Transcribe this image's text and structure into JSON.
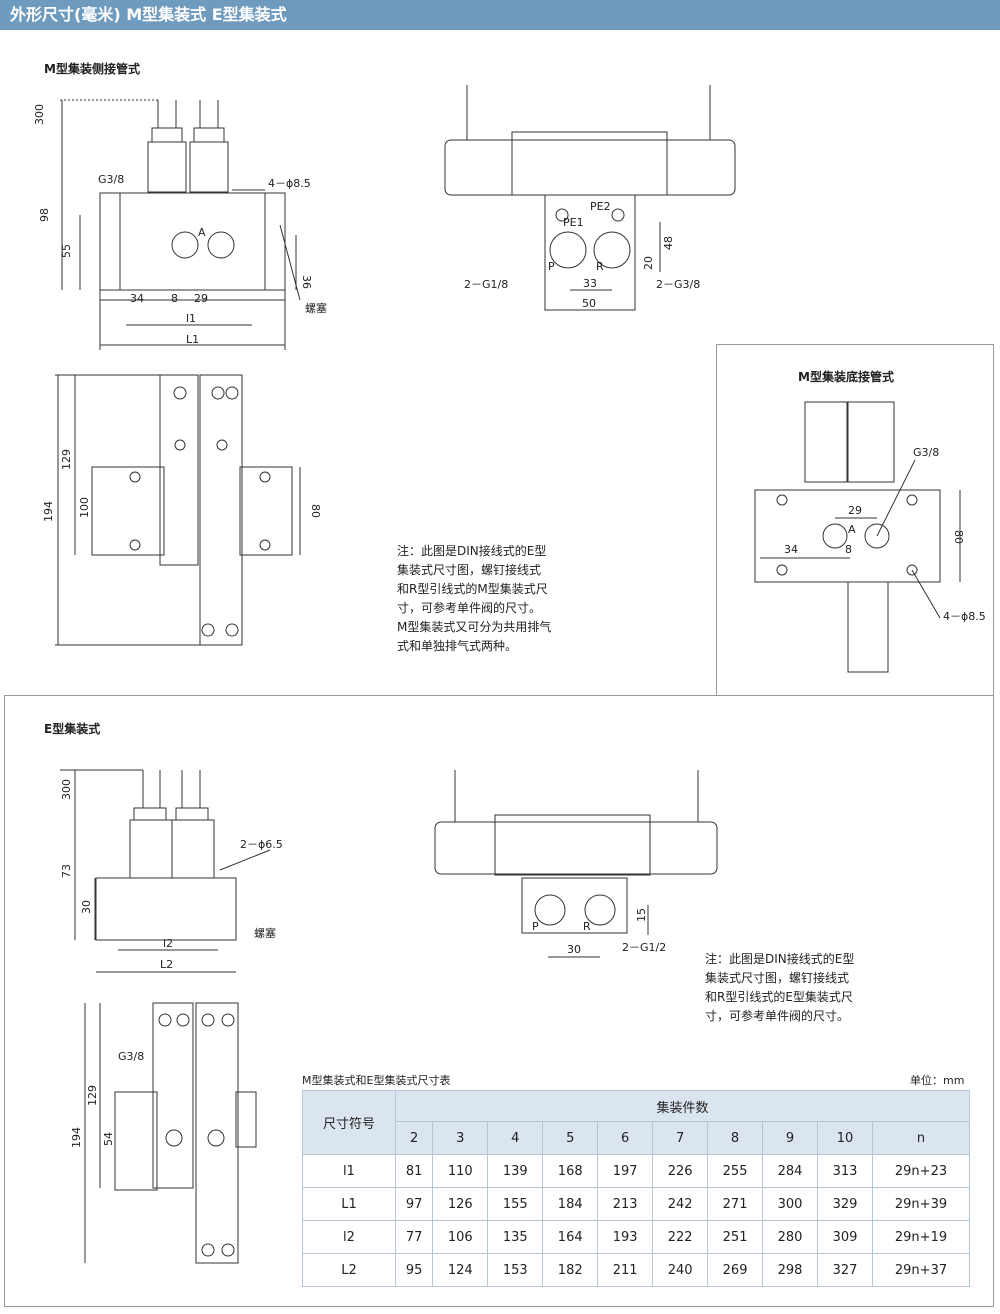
{
  "header": {
    "title": "外形尺寸(毫米)    M型集装式    E型集装式"
  },
  "sections": {
    "m_side": "M型集装侧接管式",
    "m_bottom": "M型集装底接管式",
    "e_type": "E型集装式"
  },
  "notes": {
    "m_note": [
      "注：此图是DIN接线式的E型",
      "集装式尺寸图，螺钉接线式",
      "和R型引线式的M型集装式尺",
      "寸，可参考单件阀的尺寸。",
      "M型集装式又可分为共用排气",
      "式和单独排气式两种。"
    ],
    "e_note": [
      "注：此图是DIN接线式的E型",
      "集装式尺寸图，螺钉接线式",
      "和R型引线式的E型集装式尺",
      "寸，可参考单件阀的尺寸。"
    ]
  },
  "dims": {
    "d300": "300",
    "d98": "98",
    "d55": "55",
    "g38": "G3/8",
    "a": "A",
    "hole485": "4－ϕ8.5",
    "d36": "36",
    "d34": "34",
    "d8": "8",
    "d29": "29",
    "l1": "l1",
    "L1": "L1",
    "plug": "螺塞",
    "pe2": "PE2",
    "pe1": "PE1",
    "p": "P",
    "r": "R",
    "d48": "48",
    "d20": "20",
    "d33": "33",
    "d50": "50",
    "g18": "2－G1/8",
    "g38b": "2－G3/8",
    "d194": "194",
    "d129": "129",
    "d100": "100",
    "d80": "80",
    "d73": "73",
    "d30": "30",
    "hole265": "2－ϕ6.5",
    "l2": "l2",
    "L2": "L2",
    "d15": "15",
    "g12": "2－G1/2",
    "d54": "54"
  },
  "table": {
    "title": "M型集装式和E型集装式尺寸表",
    "unit": "单位：mm",
    "symbol_header": "尺寸符号",
    "count_header": "集装件数",
    "columns": [
      "2",
      "3",
      "4",
      "5",
      "6",
      "7",
      "8",
      "9",
      "10",
      "n"
    ],
    "rows": [
      {
        "symbol": "l1",
        "values": [
          "81",
          "110",
          "139",
          "168",
          "197",
          "226",
          "255",
          "284",
          "313",
          "29n+23"
        ]
      },
      {
        "symbol": "L1",
        "values": [
          "97",
          "126",
          "155",
          "184",
          "213",
          "242",
          "271",
          "300",
          "329",
          "29n+39"
        ]
      },
      {
        "symbol": "l2",
        "values": [
          "77",
          "106",
          "135",
          "164",
          "193",
          "222",
          "251",
          "280",
          "309",
          "29n+19"
        ]
      },
      {
        "symbol": "L2",
        "values": [
          "95",
          "124",
          "153",
          "182",
          "211",
          "240",
          "269",
          "298",
          "327",
          "29n+37"
        ]
      }
    ]
  }
}
